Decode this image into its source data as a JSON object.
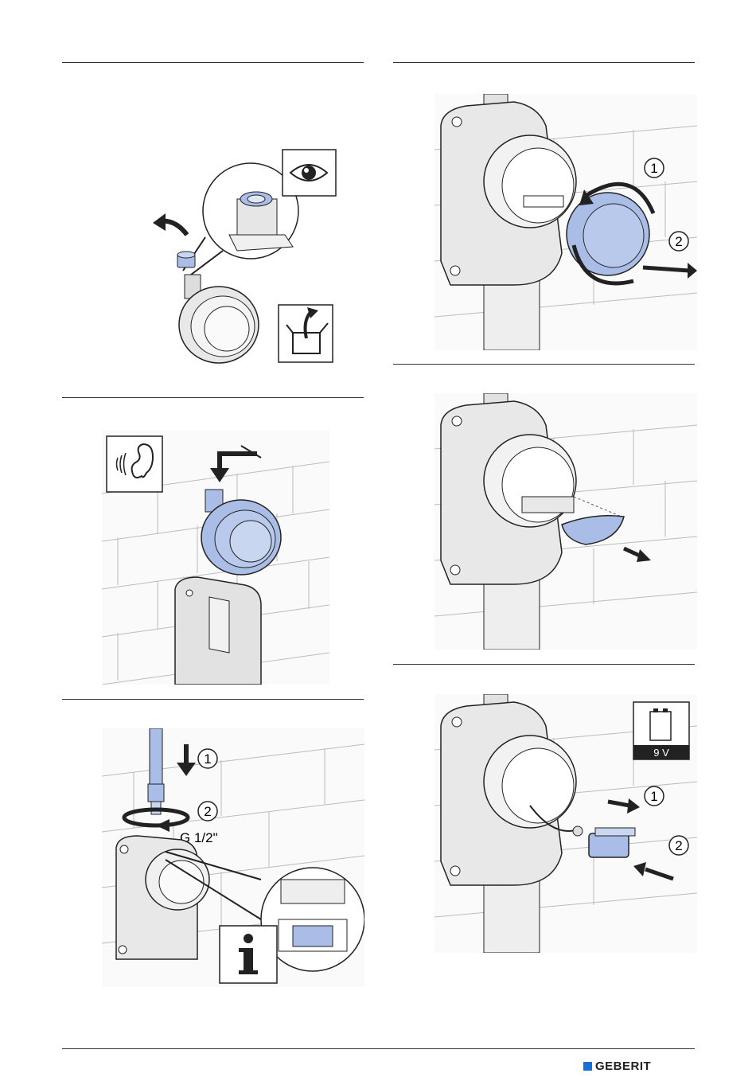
{
  "steps": {
    "s4": {
      "label_1": "1",
      "label_2": "2"
    },
    "s6": {
      "label_1": "1",
      "label_2": "2",
      "battery": "9 V"
    },
    "s7": {
      "label_1": "1",
      "label_2": "2",
      "thread": "G 1/2\""
    }
  },
  "icons": {
    "inspect": "eye-icon",
    "unpack": "open-box-icon",
    "listen": "ear-icon",
    "info": "info-icon",
    "battery": "battery-icon"
  },
  "colors": {
    "accent_blue": "#a9bde6",
    "line": "#222222",
    "wall": "#f7f7f7",
    "brand_blue": "#1b6fd1"
  },
  "footer": {
    "brand": "GEBERIT"
  }
}
